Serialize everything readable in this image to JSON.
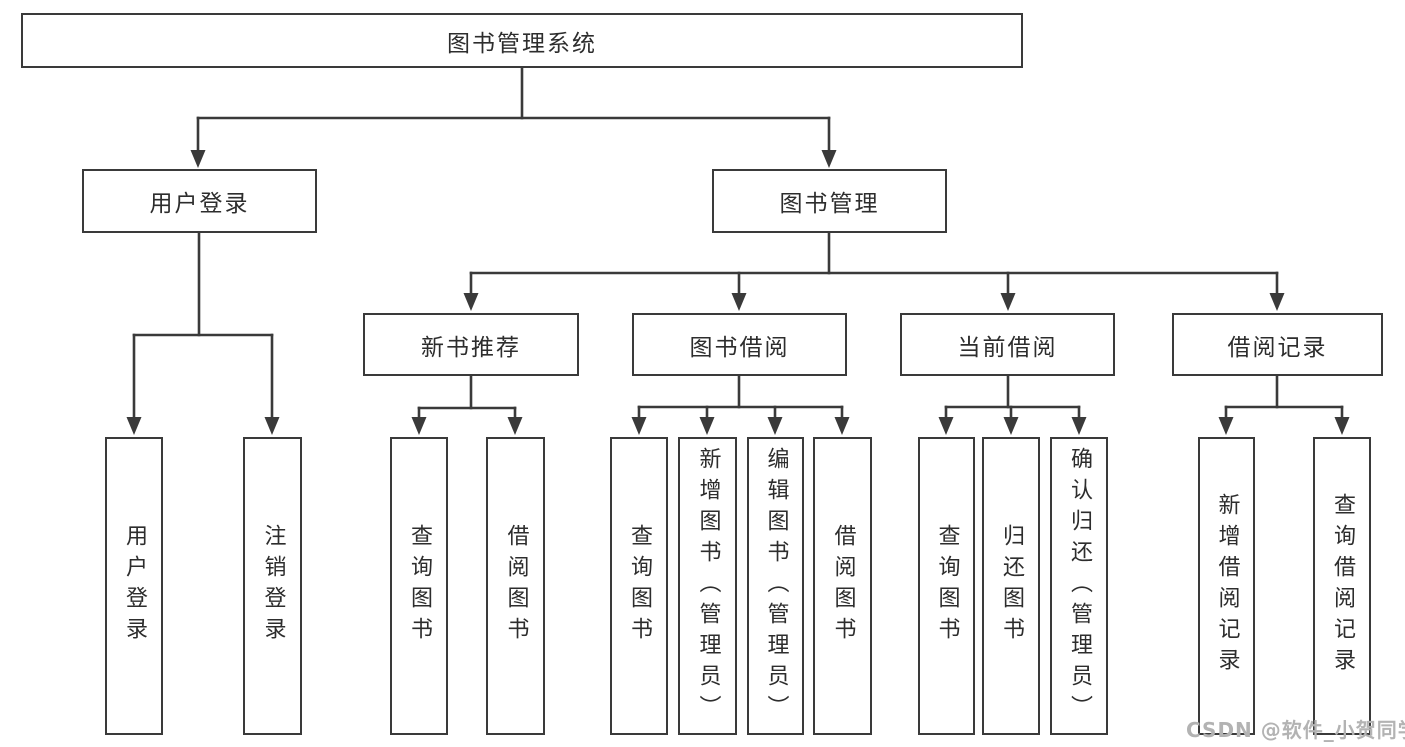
{
  "colors": {
    "line": "#3a3a3a",
    "text": "#2d2d2d",
    "background": "#ffffff",
    "watermark": "#b3b3b3"
  },
  "watermark": "CSDN @软件_小贺同学",
  "tree": {
    "root": {
      "label": "图书管理系统"
    },
    "user_login": {
      "label": "用户登录",
      "children": {
        "login": {
          "label": "用户登录"
        },
        "logout": {
          "label": "注销登录"
        }
      }
    },
    "book_mgmt": {
      "label": "图书管理",
      "children": {
        "new_book_rec": {
          "label": "新书推荐",
          "children": {
            "query_books": {
              "label": "查询图书"
            },
            "borrow_books": {
              "label": "借阅图书"
            }
          }
        },
        "book_borrow": {
          "label": "图书借阅",
          "children": {
            "query_books": {
              "label": "查询图书"
            },
            "add_books": {
              "label": "新增图书（管理员）"
            },
            "edit_books": {
              "label": "编辑图书（管理员）"
            },
            "borrow_books": {
              "label": "借阅图书"
            }
          }
        },
        "current_borrow": {
          "label": "当前借阅",
          "children": {
            "query_books": {
              "label": "查询图书"
            },
            "return_books": {
              "label": "归还图书"
            },
            "confirm_return": {
              "label": "确认归还（管理员）"
            }
          }
        },
        "borrow_record": {
          "label": "借阅记录",
          "children": {
            "add_record": {
              "label": "新增借阅记录"
            },
            "query_record": {
              "label": "查询借阅记录"
            }
          }
        }
      }
    }
  }
}
